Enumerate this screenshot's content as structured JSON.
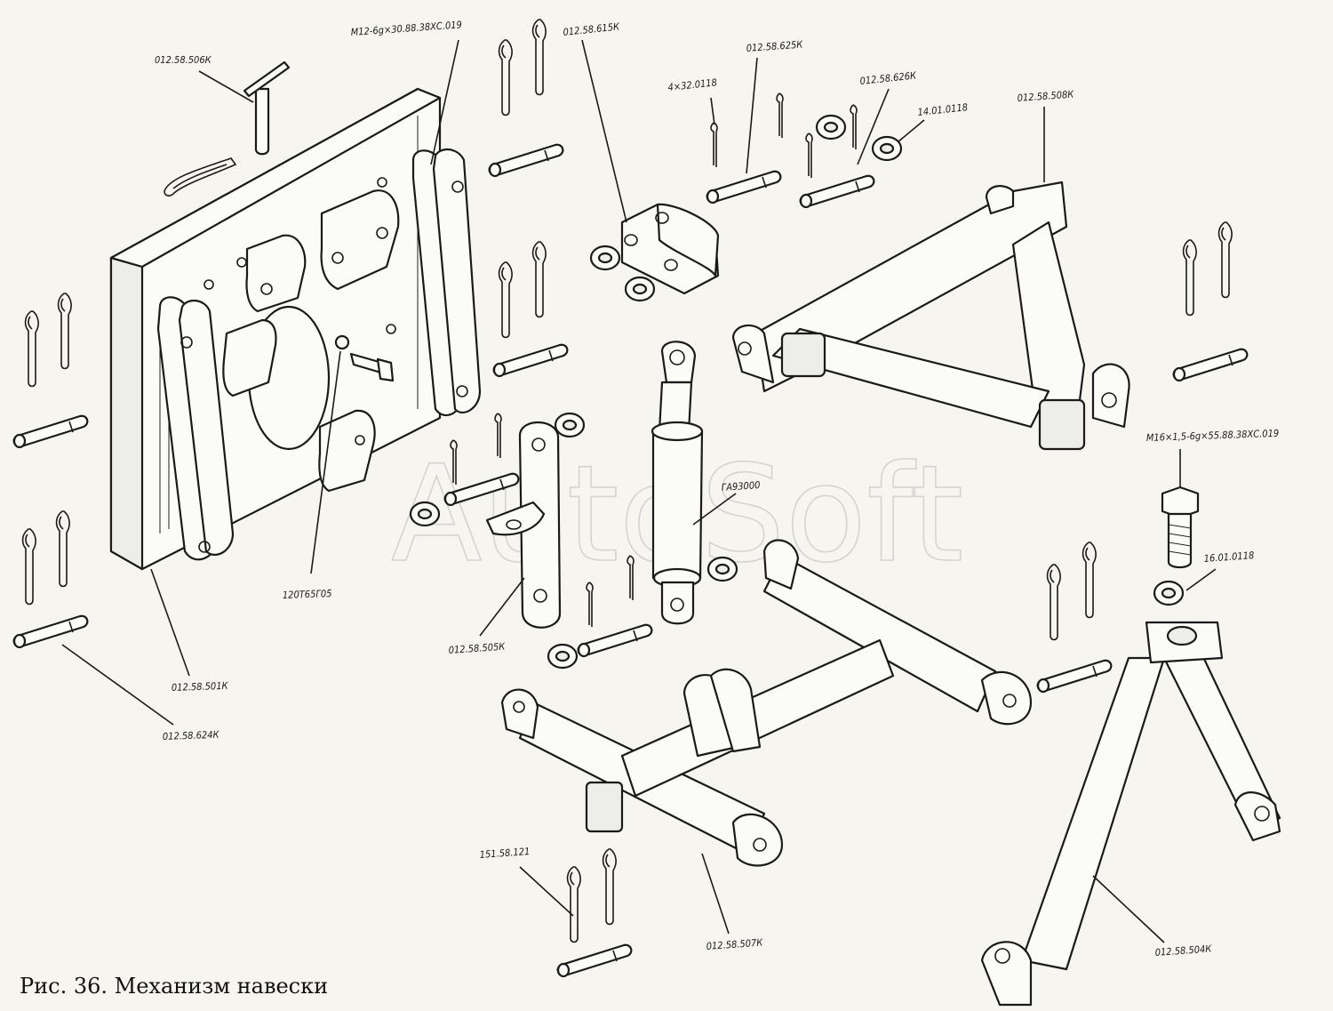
{
  "figure": {
    "caption": "Рис. 36. Механизм навески",
    "watermark": "AutoSoft"
  },
  "labels": {
    "l_506": "012.58.506К",
    "l_m12": "М12-6g×30.88.38ХС.019",
    "l_615": "012.58.615К",
    "l_4x32": "4×32.0118",
    "l_625": "012.58.625К",
    "l_626": "012.58.626К",
    "l_1401": "14.01.0118",
    "l_508": "012.58.508К",
    "l_m16": "М16×1,5-6g×55.88.38ХС.019",
    "l_1601": "16.01.0118",
    "l_ga": "ГА93000",
    "l_120": "120Т65Г05",
    "l_505": "012.58.505К",
    "l_501": "012.58.501К",
    "l_624": "012.58.624К",
    "l_151": "151.58.121",
    "l_507": "012.58.507К",
    "l_504": "012.58.504К"
  },
  "colors": {
    "ink": "#1a1a1a",
    "paper": "#f6f5f0",
    "watermark": "#c8c8c8"
  }
}
